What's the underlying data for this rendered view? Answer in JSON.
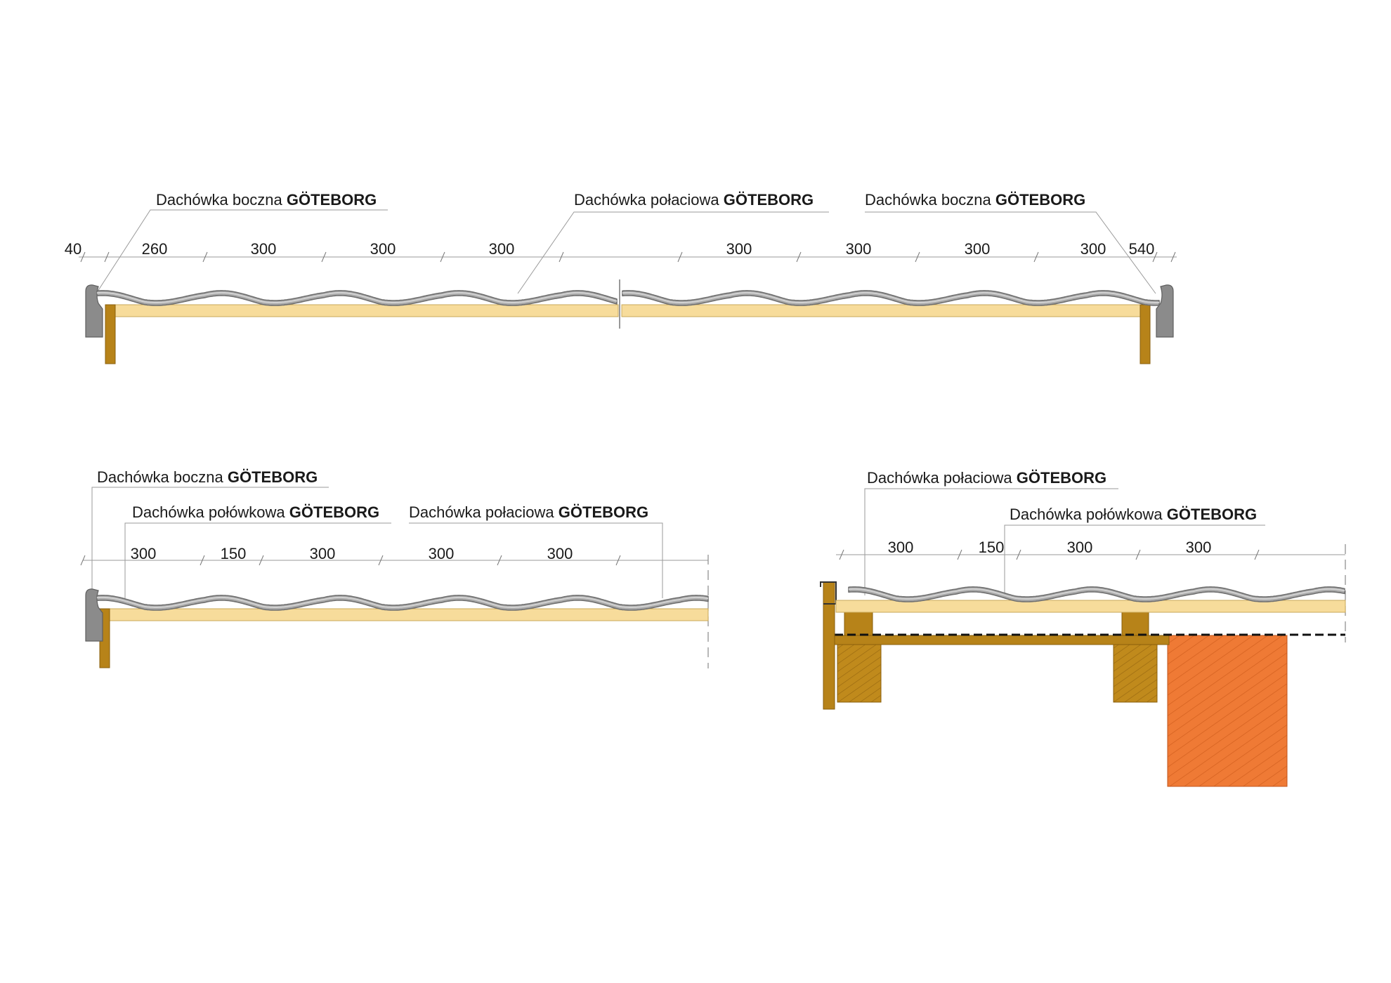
{
  "labels": {
    "boczna_prefix": "Dachówka boczna ",
    "polaciowa_prefix": "Dachówka połaciowa ",
    "polowkowa_prefix": "Dachówka połówkowa ",
    "model": "GÖTEBORG"
  },
  "section_top": {
    "dimensions_left": [
      "40",
      "260",
      "300",
      "300",
      "300"
    ],
    "dimensions_right": [
      "300",
      "300",
      "300",
      "300",
      "540"
    ]
  },
  "section_bottom_left": {
    "dimensions": [
      "300",
      "150",
      "300",
      "300",
      "300"
    ]
  },
  "section_bottom_right": {
    "dimensions": [
      "300",
      "150",
      "300",
      "300"
    ]
  },
  "colors": {
    "tile": "#a9a9a9",
    "batten": "#f7dc9b",
    "timber": "#b78319",
    "brick": "#ef7a35",
    "membrane": "#111111"
  }
}
